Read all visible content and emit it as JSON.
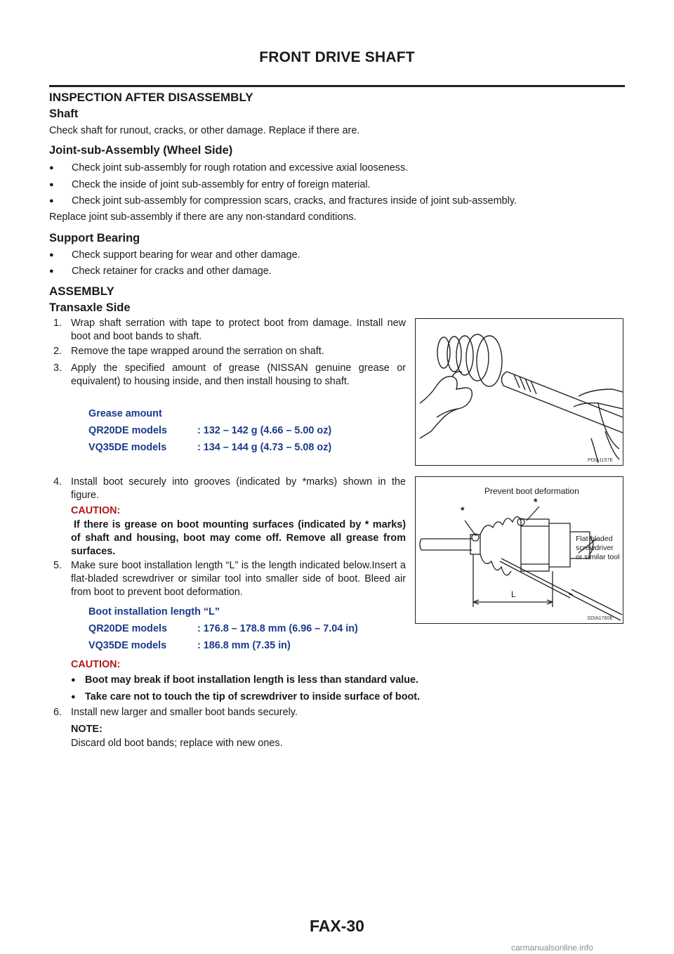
{
  "header": {
    "title": "FRONT DRIVE SHAFT"
  },
  "sec_inspection": {
    "title": "INSPECTION AFTER DISASSEMBLY"
  },
  "shaft": {
    "title": "Shaft",
    "text": "Check shaft for runout, cracks, or other damage. Replace if there are."
  },
  "joint": {
    "title": "Joint-sub-Assembly (Wheel Side)",
    "items": [
      "Check joint sub-assembly for rough rotation and excessive axial looseness.",
      "Check the inside of joint sub-assembly for entry of foreign material.",
      "Check joint sub-assembly for compression scars, cracks, and fractures inside of joint sub-assembly."
    ],
    "note": "Replace joint sub-assembly if there are any non-standard conditions."
  },
  "bearing": {
    "title": "Support Bearing",
    "items": [
      "Check support bearing for wear and other damage.",
      "Check retainer for cracks and other damage."
    ]
  },
  "sec_assembly": {
    "title": "ASSEMBLY"
  },
  "transaxle": {
    "title": "Transaxle Side",
    "step1_num": "1.",
    "step1": "Wrap shaft serration with tape to protect boot from damage. Install new boot and boot bands to shaft.",
    "step2_num": "2.",
    "step2": "Remove the tape wrapped around the serration on shaft.",
    "step3_num": "3.",
    "step3": "Apply the specified amount of grease (NISSAN genuine grease or equivalent) to housing inside, and then install housing to shaft.",
    "grease_label": "Grease amount",
    "grease_rows": [
      {
        "model": "QR20DE models",
        "value": ": 132 – 142 g (4.66 – 5.00 oz)"
      },
      {
        "model": "VQ35DE models",
        "value": ": 134 – 144 g (4.73 – 5.08 oz)"
      }
    ],
    "step4_num": "4.",
    "step4": "Install boot securely into grooves (indicated by *marks) shown in the figure.",
    "caution1_label": "CAUTION:",
    "caution1": "If there is grease on boot mounting surfaces (indicated by * marks) of shaft and housing, boot may come off. Remove all grease from surfaces.",
    "step5_num": "5.",
    "step5": "Make sure boot installation length “L” is the length indicated below.Insert a flat-bladed screwdriver or similar tool into smaller side of boot. Bleed air from boot to prevent boot deformation.",
    "length_label": "Boot installation length “L”",
    "length_rows": [
      {
        "model": "QR20DE models",
        "value": ": 176.8 – 178.8 mm (6.96 – 7.04 in)"
      },
      {
        "model": "VQ35DE models",
        "value": ": 186.8 mm (7.35 in)"
      }
    ],
    "caution2_label": "CAUTION:",
    "caution2_items": [
      "Boot may break if boot installation length is less than standard value.",
      "Take care not to touch the tip of screwdriver to inside surface of boot."
    ],
    "step6_num": "6.",
    "step6": "Install new larger and smaller boot bands securely.",
    "note_label": "NOTE:",
    "note": "Discard old boot bands; replace with new ones."
  },
  "figure1": {
    "code": "PDIA1157E"
  },
  "figure2": {
    "code": "SDIA1760E",
    "label_prevent": "Prevent boot deformation",
    "label_tool_1": "Flat-bladed",
    "label_tool_2": "screwdriver",
    "label_tool_3": "or similar tool",
    "label_L": "L",
    "star": "*"
  },
  "footer": {
    "page": "FAX-30",
    "watermark": "carmanualsonline.info"
  },
  "icons": {
    "bullet": "●"
  }
}
